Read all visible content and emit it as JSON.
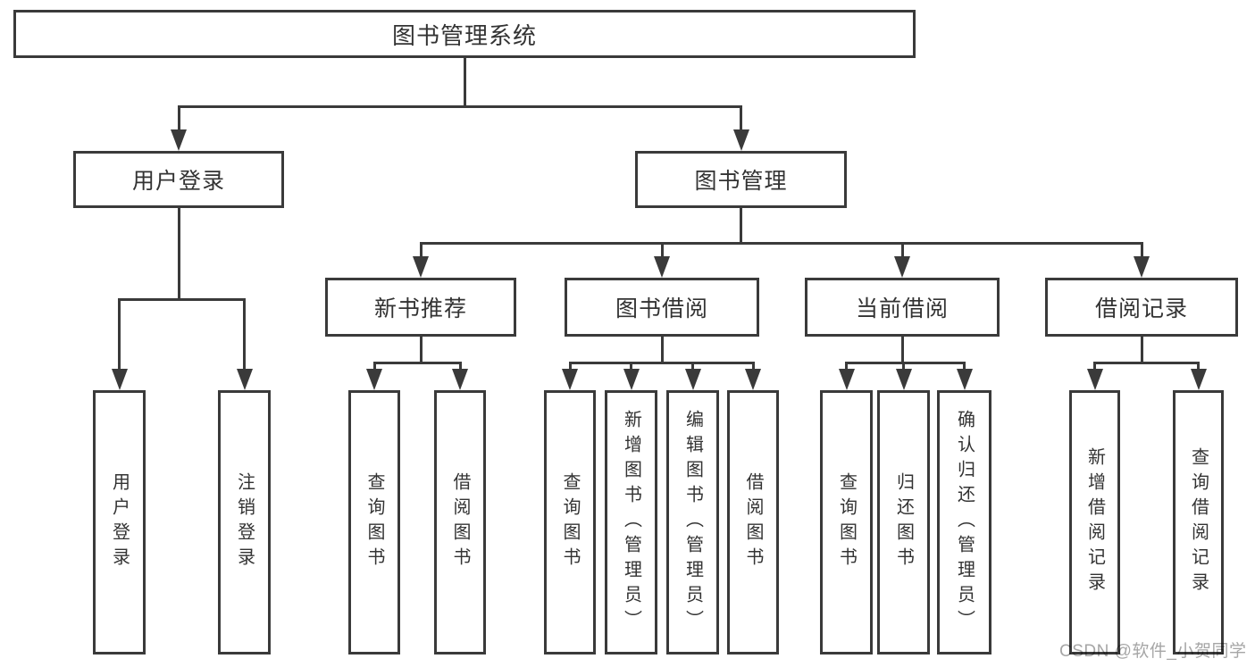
{
  "diagram_title": "图书管理系统",
  "nodes": {
    "root": {
      "label": "图书管理系统"
    },
    "level2": [
      {
        "label": "用户登录"
      },
      {
        "label": "图书管理"
      }
    ],
    "level3": [
      {
        "label": "新书推荐",
        "parent": "图书管理"
      },
      {
        "label": "图书借阅",
        "parent": "图书管理"
      },
      {
        "label": "当前借阅",
        "parent": "图书管理"
      },
      {
        "label": "借阅记录",
        "parent": "图书管理"
      }
    ],
    "leaves": [
      {
        "label": "用户登录",
        "parent": "用户登录"
      },
      {
        "label": "注销登录",
        "parent": "用户登录"
      },
      {
        "label": "查询图书",
        "parent": "新书推荐"
      },
      {
        "label": "借阅图书",
        "parent": "新书推荐"
      },
      {
        "label": "查询图书",
        "parent": "图书借阅"
      },
      {
        "label": "新增图书（管理员）",
        "parent": "图书借阅"
      },
      {
        "label": "编辑图书（管理员）",
        "parent": "图书借阅"
      },
      {
        "label": "借阅图书",
        "parent": "图书借阅"
      },
      {
        "label": "查询图书",
        "parent": "当前借阅"
      },
      {
        "label": "归还图书",
        "parent": "当前借阅"
      },
      {
        "label": "确认归还（管理员）",
        "parent": "当前借阅"
      },
      {
        "label": "新增借阅记录",
        "parent": "借阅记录"
      },
      {
        "label": "查询借阅记录",
        "parent": "借阅记录"
      }
    ]
  },
  "watermark": {
    "text": "CSDN @软件_小贺同学",
    "color": "#a6a6a6"
  },
  "colors": {
    "line": "#3a3a3a",
    "text": "#333333",
    "background": "#ffffff"
  }
}
